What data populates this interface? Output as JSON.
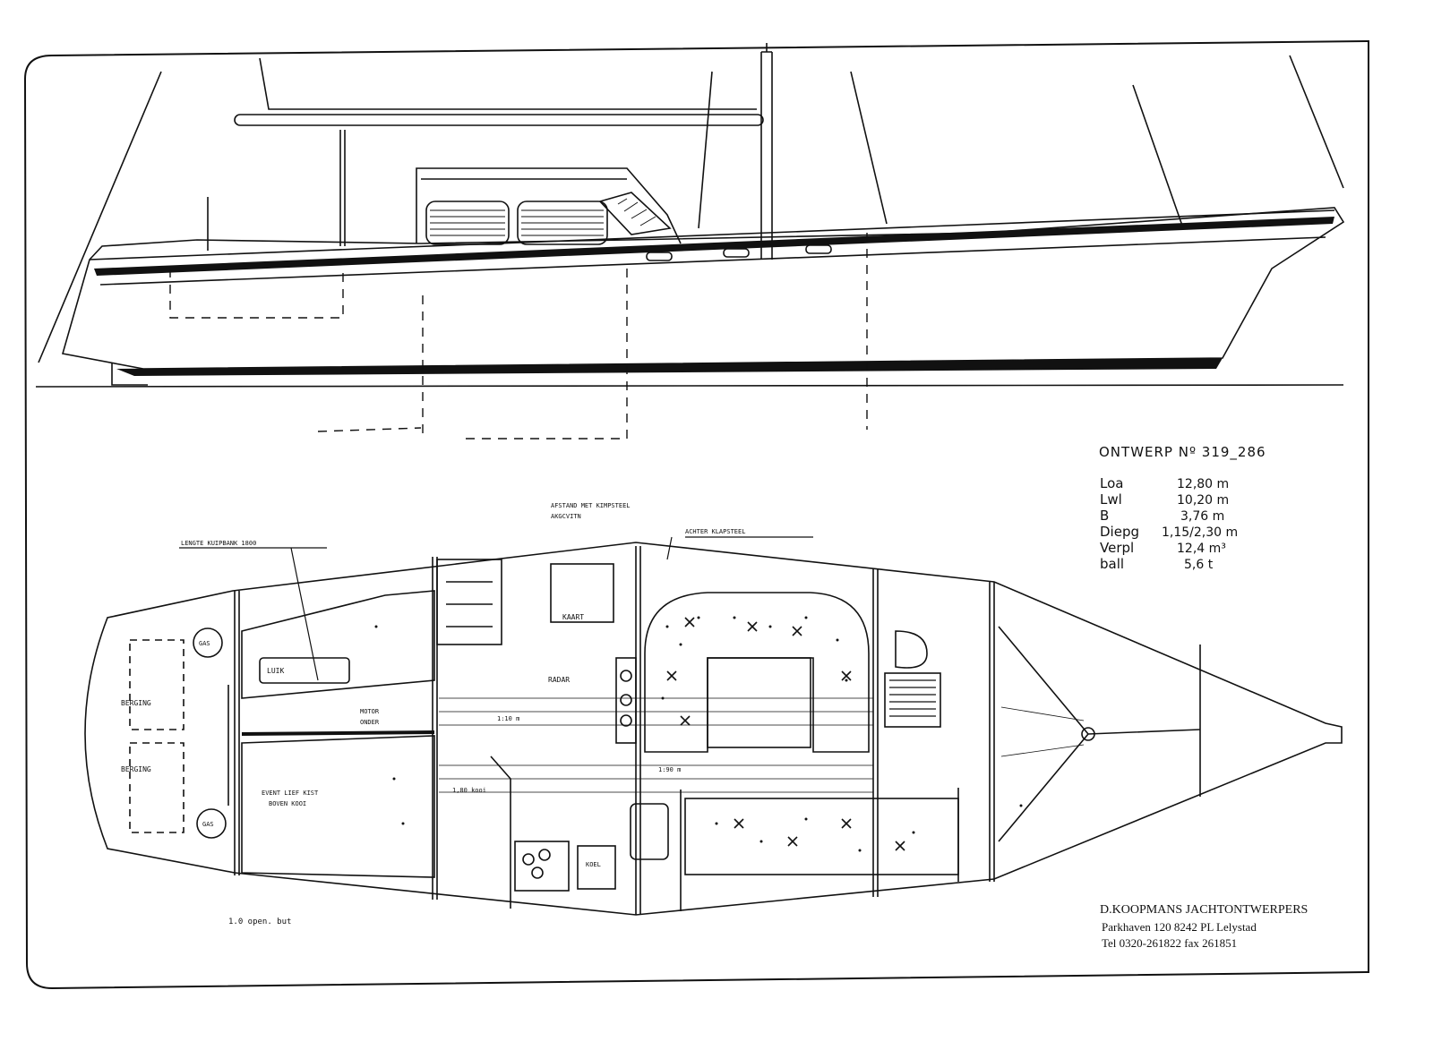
{
  "design": {
    "title": "ONTWERP Nº 319_286",
    "specs": [
      {
        "label": "Loa",
        "value": "12,80 m"
      },
      {
        "label": "Lwl",
        "value": "10,20 m"
      },
      {
        "label": "B",
        "value": "3,76 m"
      },
      {
        "label": "Diepg",
        "value": "1,15/2,30 m"
      },
      {
        "label": "Verpl",
        "value": "12,4 m³"
      },
      {
        "label": "ball",
        "value": "5,6 t"
      }
    ]
  },
  "designer": {
    "name": "D.KOOPMANS JACHTONTWERPERS",
    "address": "Parkhaven 120 8242 PL Lelystad",
    "contact": "Tel 0320-261822 fax 261851"
  },
  "annotations": {
    "kuip_length": "LENGTE KUIPBANK 1800",
    "mast_distance_1": "AFSTAND MET KIMPSTEEL",
    "mast_distance_2": "AKGCVITN",
    "mast_note": "ACHTER KLAPSTEEL",
    "luik": "LUIK",
    "berging_1": "BERGING",
    "berging_2": "BERGING",
    "gas_1": "GAS",
    "gas_2": "GAS",
    "motor_1": "MOTOR",
    "motor_2": "ONDER",
    "kooi_1": "EVENT LIEF KIST",
    "kooi_2": "BOVEN KOOI",
    "kaart": "KAART",
    "radar": "RADAR",
    "measure_1": "1:10 m",
    "measure_2": "1:90 m",
    "measure_3": "1,80 kooi",
    "koel": "KOEL",
    "bottom_note": "1.0 open. but"
  }
}
